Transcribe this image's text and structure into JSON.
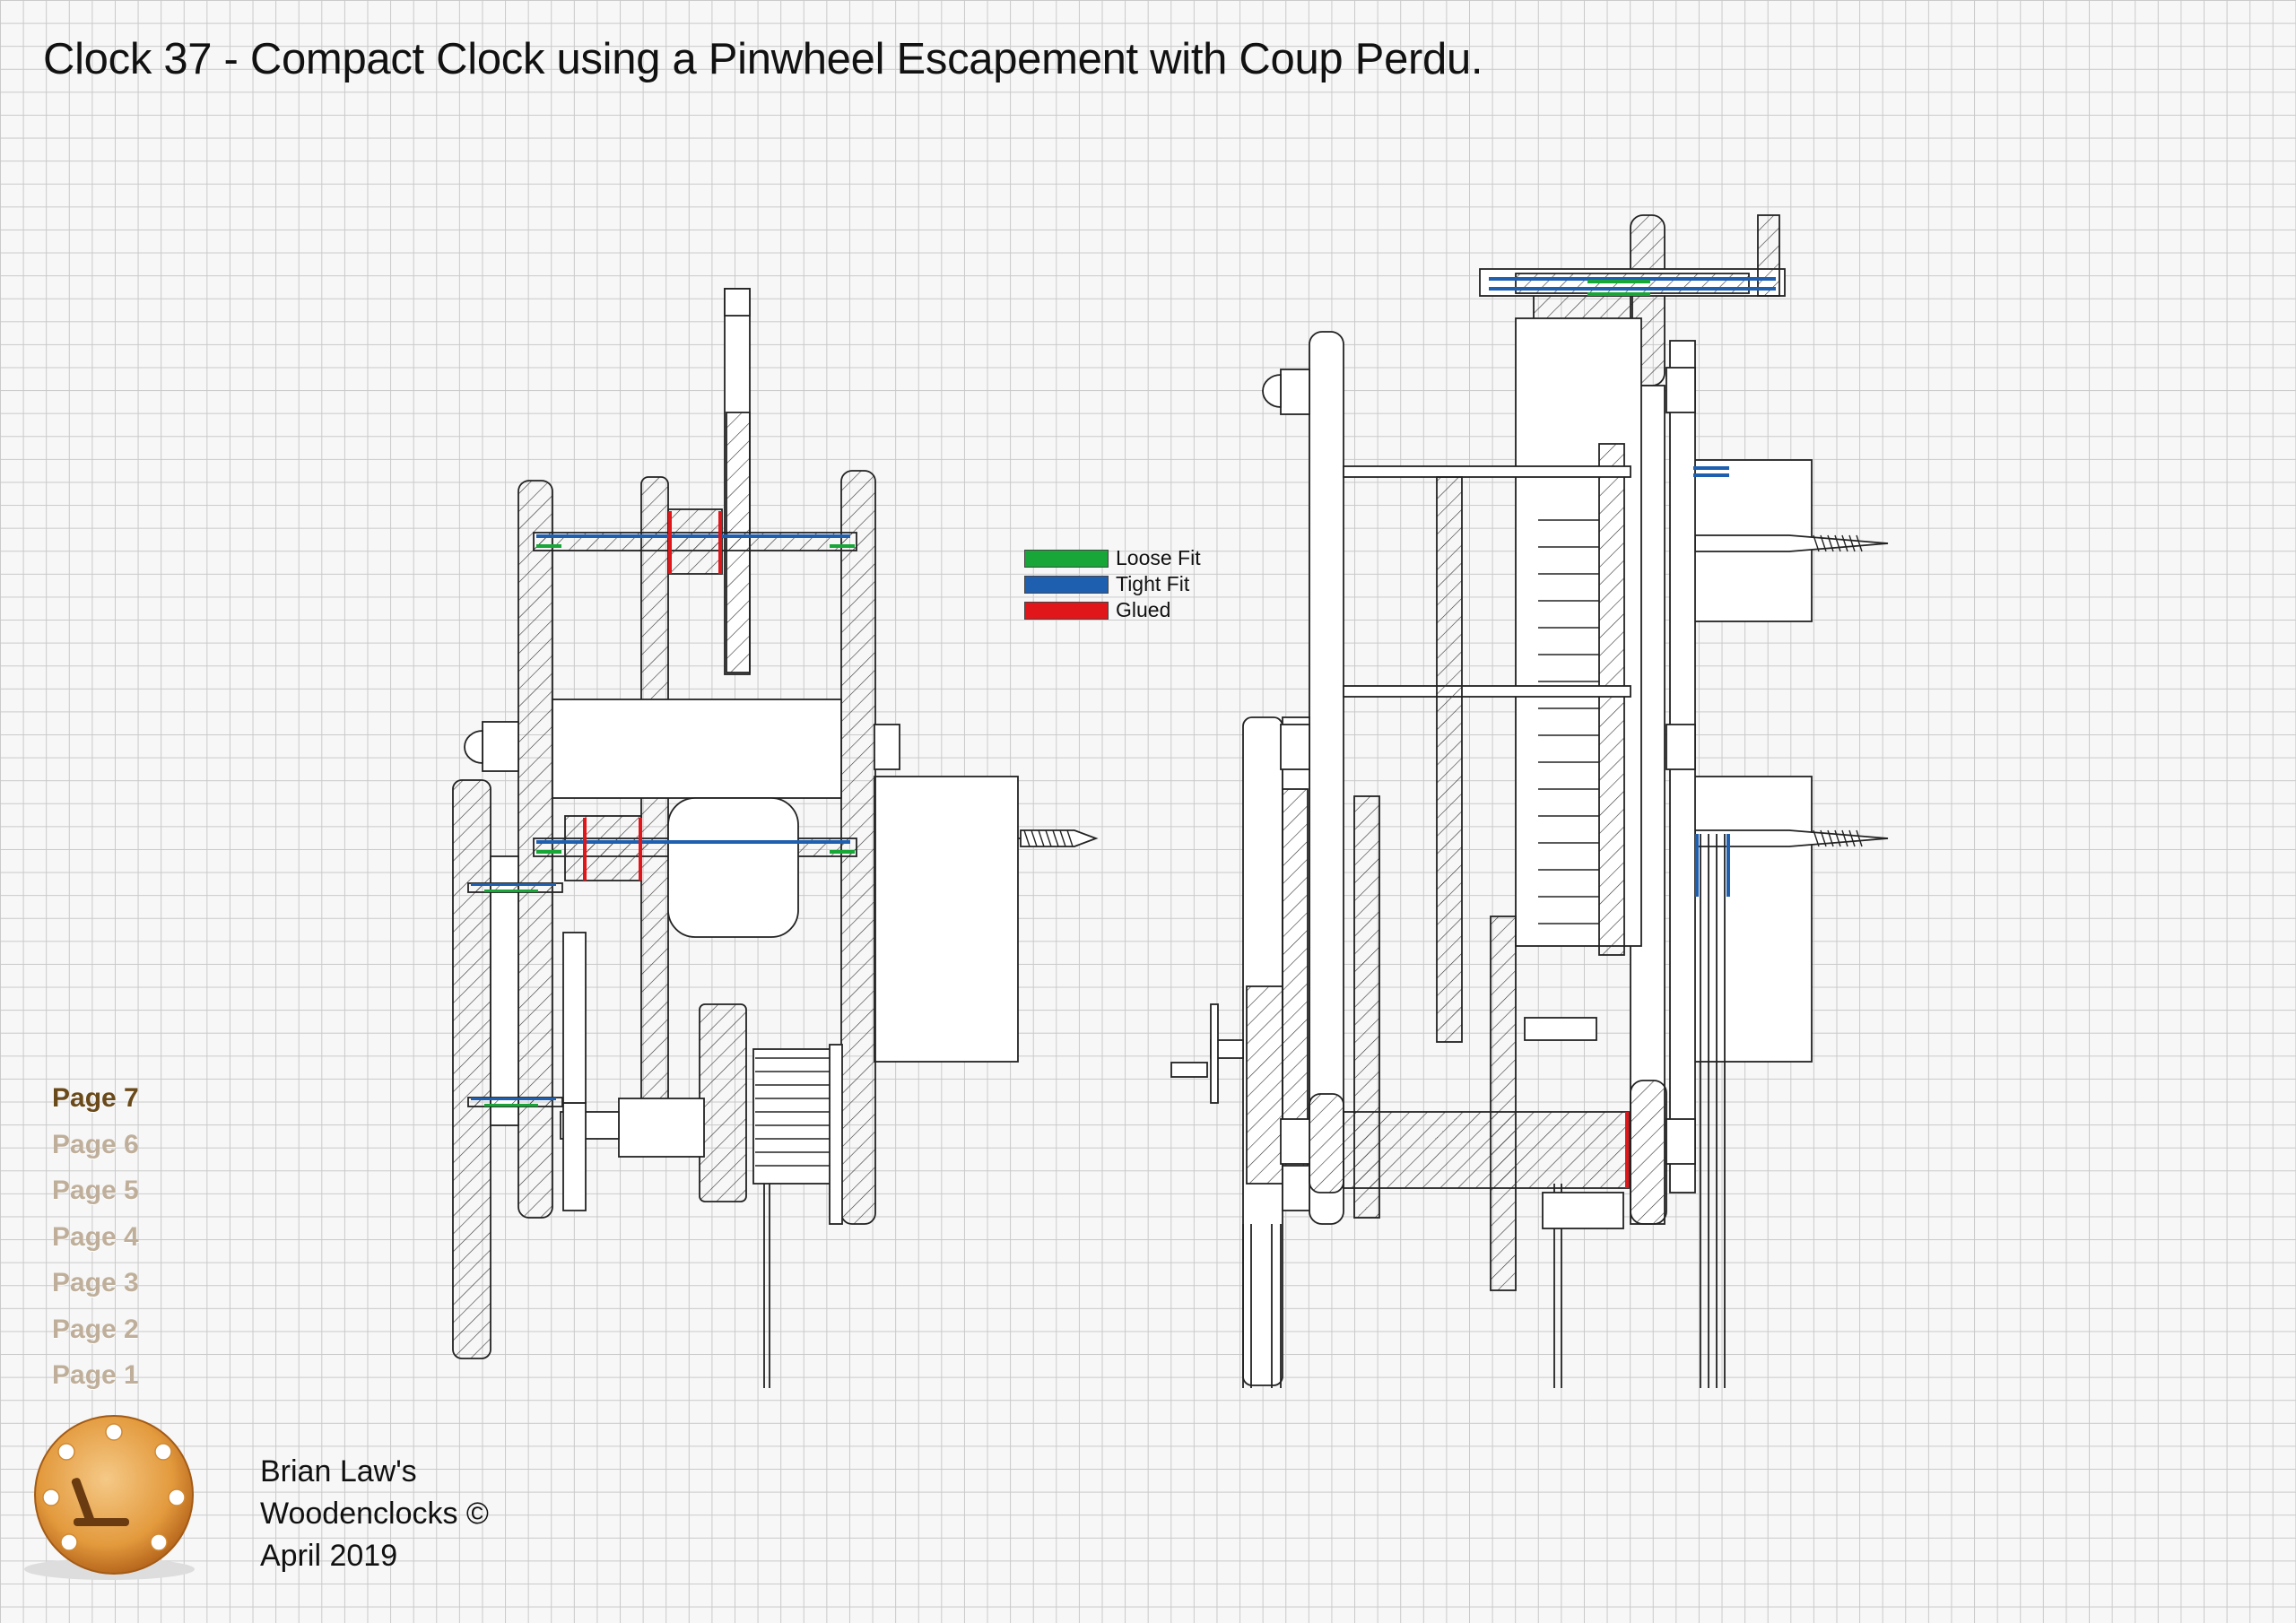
{
  "title": "Clock 37 - Compact Clock using a Pinwheel Escapement with Coup Perdu.",
  "legend": [
    {
      "label": "Loose Fit",
      "color": "#17a637"
    },
    {
      "label": "Tight Fit",
      "color": "#1f5fb0"
    },
    {
      "label": "Glued",
      "color": "#e0161b"
    }
  ],
  "pages": [
    {
      "label": "Page 7",
      "active": true
    },
    {
      "label": "Page 6",
      "active": false
    },
    {
      "label": "Page 5",
      "active": false
    },
    {
      "label": "Page 4",
      "active": false
    },
    {
      "label": "Page 3",
      "active": false
    },
    {
      "label": "Page 2",
      "active": false
    },
    {
      "label": "Page 1",
      "active": false
    }
  ],
  "credit": {
    "line1": "Brian Law's",
    "line2": "Woodenclocks ©",
    "line3": "April 2019"
  },
  "colors": {
    "loose": "#17a637",
    "tight": "#1f5fb0",
    "glued": "#e0161b",
    "active_page": "#6a4a1a",
    "inactive_page": "#bfaf9a"
  }
}
